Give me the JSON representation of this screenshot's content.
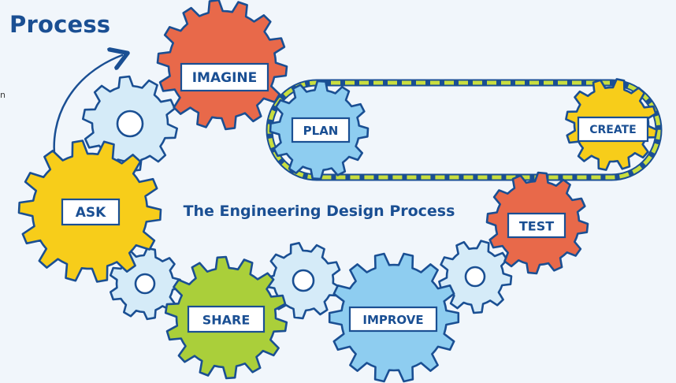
{
  "heading": "Process",
  "side_text": "n",
  "diagram": {
    "center_title": "The Engineering Design Process",
    "stages": [
      {
        "id": "imagine",
        "label": "IMAGINE",
        "color": "#e8694a"
      },
      {
        "id": "plan",
        "label": "PLAN",
        "color": "#8ecdf0"
      },
      {
        "id": "create",
        "label": "CREATE",
        "color": "#f7cd1a"
      },
      {
        "id": "ask",
        "label": "ASK",
        "color": "#f7cd1a"
      },
      {
        "id": "test",
        "label": "TEST",
        "color": "#e8694a"
      },
      {
        "id": "share",
        "label": "SHARE",
        "color": "#aacf3a"
      },
      {
        "id": "improve",
        "label": "IMPROVE",
        "color": "#8ecdf0"
      }
    ],
    "connector_gear_color": "#d5ebf8",
    "outline_color": "#1a4f93",
    "chain_color": "#c9de3e"
  }
}
